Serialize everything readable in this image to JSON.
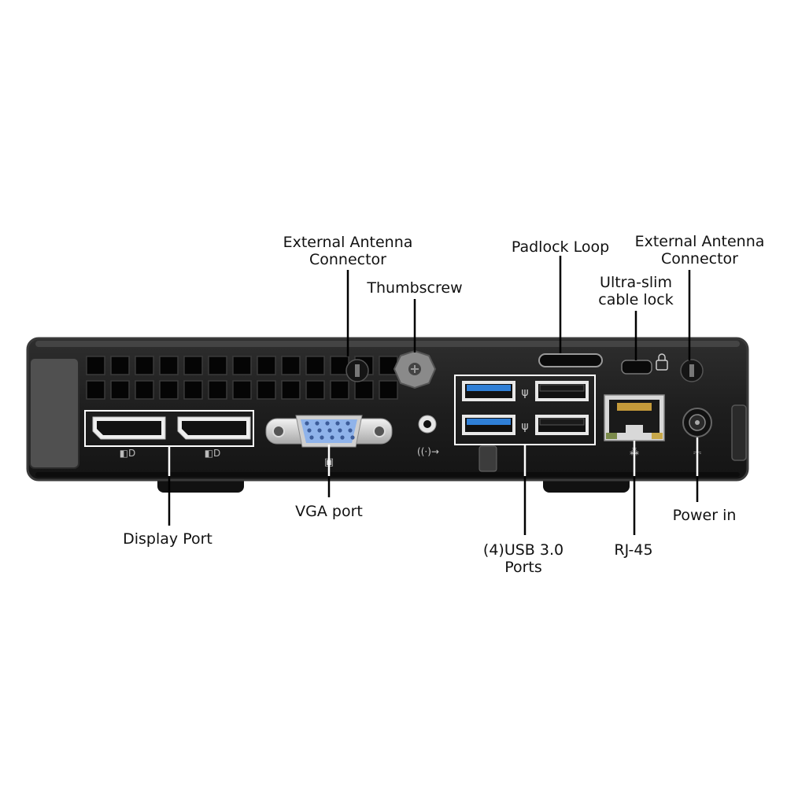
{
  "labels": {
    "ext_antenna_left_1": "External Antenna",
    "ext_antenna_left_2": "Connector",
    "thumbscrew": "Thumbscrew",
    "padlock_loop": "Padlock Loop",
    "cable_lock_1": "Ultra-slim",
    "cable_lock_2": "cable lock",
    "ext_antenna_right_1": "External Antenna",
    "ext_antenna_right_2": "Connector",
    "display_port": "Display Port",
    "vga_port": "VGA port",
    "usb_1": "(4)USB 3.0",
    "usb_2": "Ports",
    "rj45": "RJ-45",
    "power_in": "Power in"
  },
  "colors": {
    "chassis": "#1c1c1c",
    "chassis_edge": "#3a3a3a",
    "usb3_blue": "#2f7fd6",
    "vga_blue": "#7fa8e8",
    "port_silver": "#d9d9d9"
  },
  "icons": [
    "displayport-icon",
    "vga-icon",
    "audio-icon",
    "usb-icon",
    "network-icon",
    "power-dc-icon",
    "padlock-icon"
  ]
}
